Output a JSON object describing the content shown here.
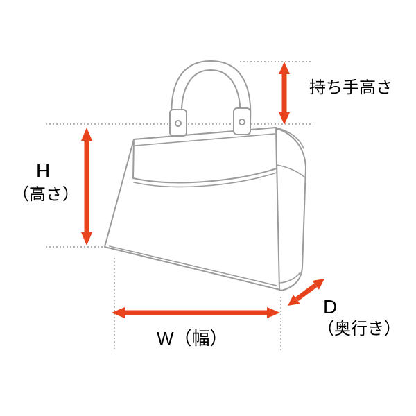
{
  "colors": {
    "arrow": "#e8431c",
    "outline": "#9b9b9b",
    "guide": "#9b9b9b",
    "text": "#000000",
    "background": "#ffffff"
  },
  "annotations": {
    "handle_height": {
      "label": "持ち手高さ"
    },
    "height": {
      "letter": "H",
      "caption": "（高さ）"
    },
    "width": {
      "label": "W（幅）"
    },
    "depth": {
      "letter": "D",
      "caption": "（奥行き）"
    }
  }
}
